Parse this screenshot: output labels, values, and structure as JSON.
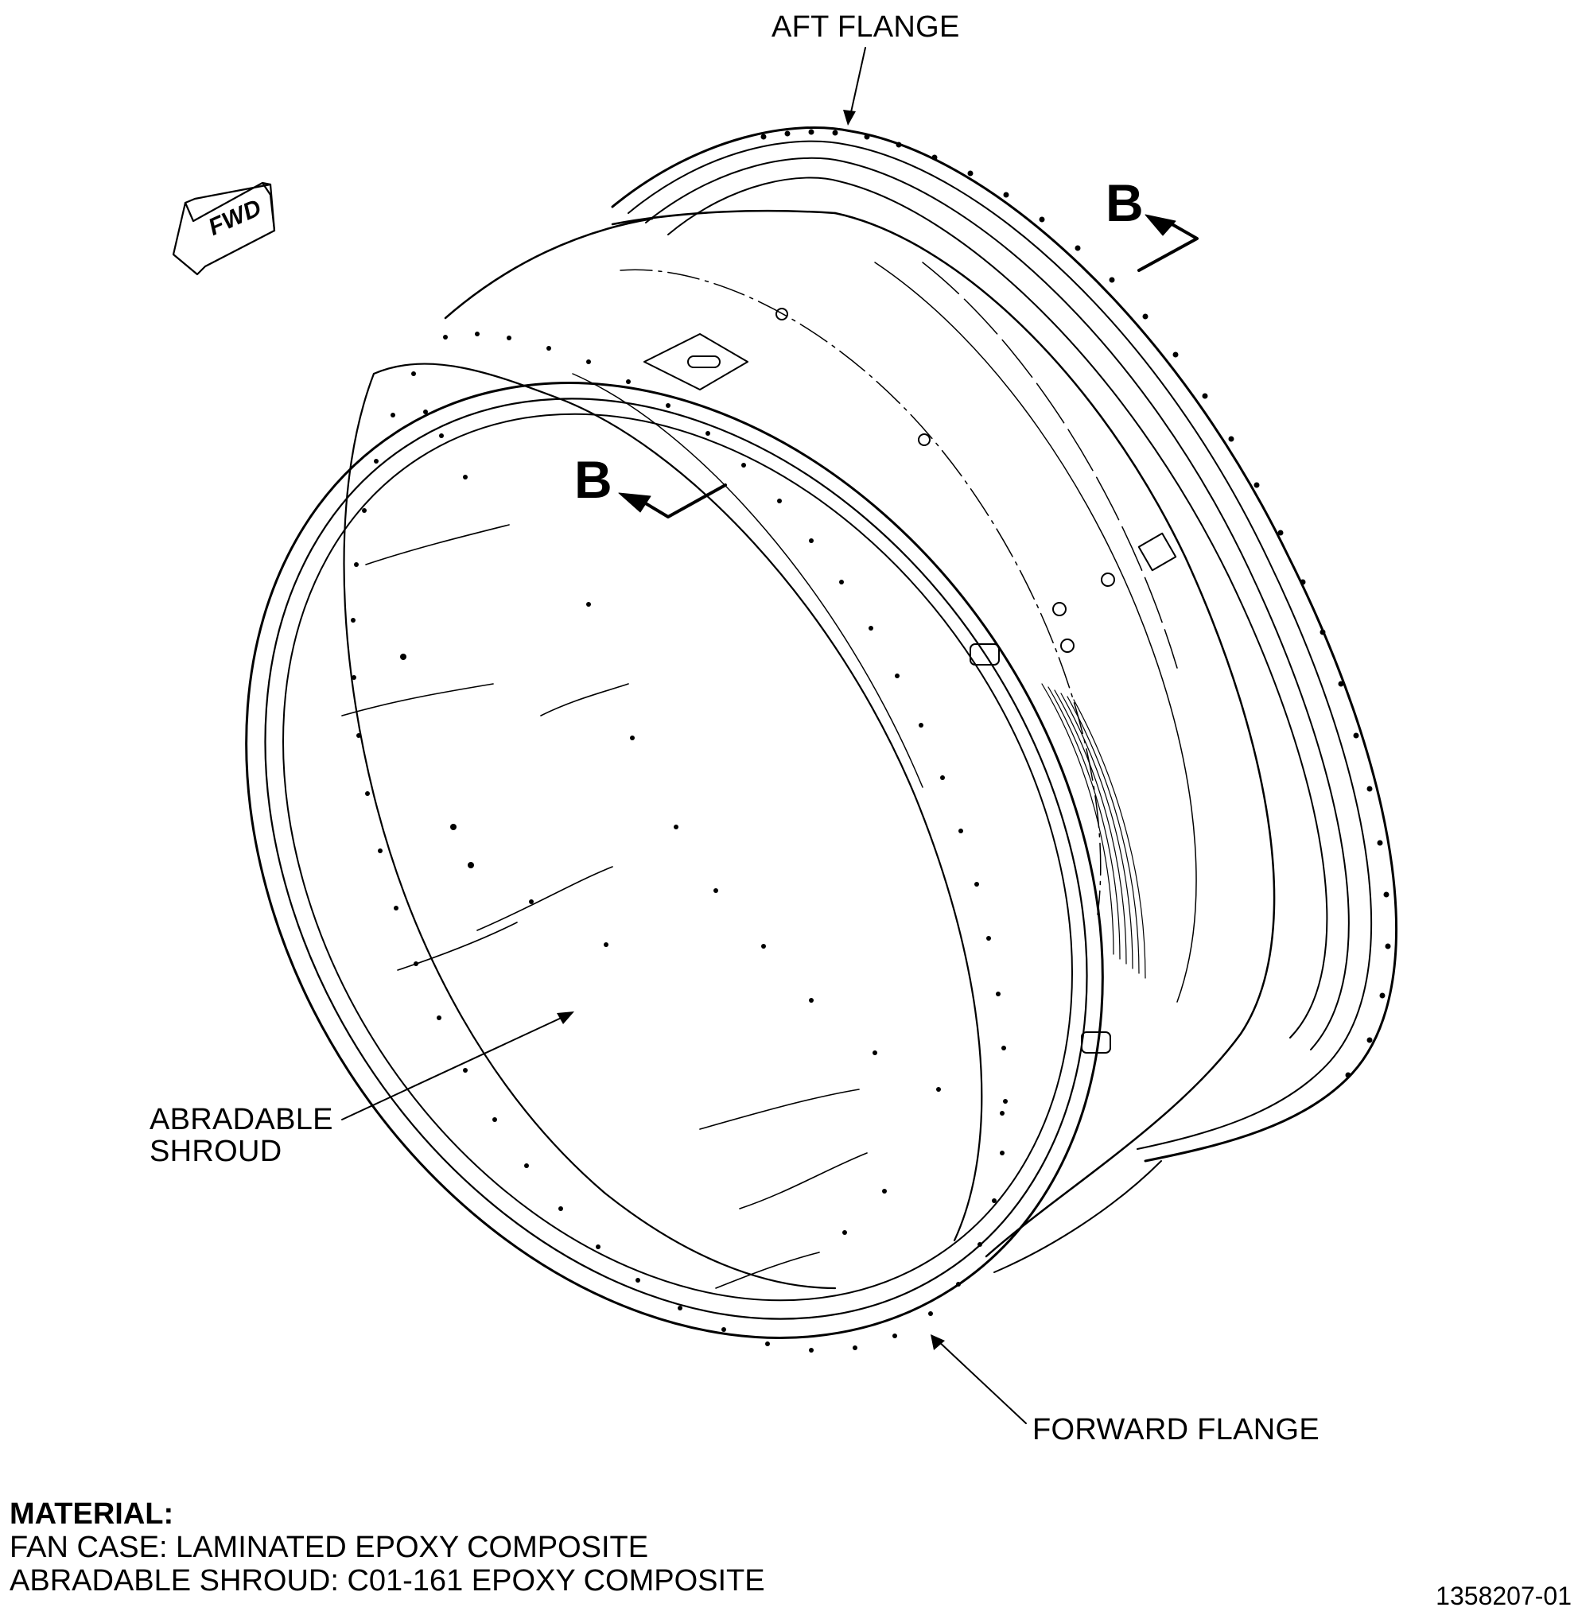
{
  "labels": {
    "aft_flange": "AFT FLANGE",
    "forward_flange": "FORWARD FLANGE",
    "abradable_shroud_line1": "ABRADABLE",
    "abradable_shroud_line2": "SHROUD",
    "section_marker": "B",
    "fwd_arrow": "FWD"
  },
  "material": {
    "heading": "MATERIAL:",
    "line1": "FAN CASE: LAMINATED EPOXY COMPOSITE",
    "line2": "ABRADABLE SHROUD: C01-161 EPOXY COMPOSITE"
  },
  "document_number": "1358207-01",
  "colors": {
    "ink": "#000000",
    "paper": "#ffffff"
  }
}
